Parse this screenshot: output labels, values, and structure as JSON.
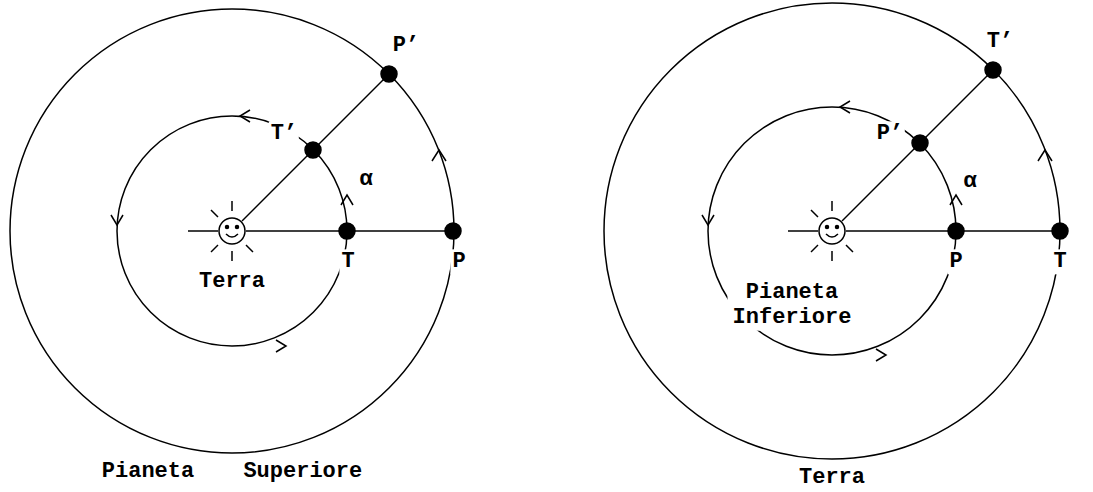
{
  "diagram": {
    "labels": [
      "P’",
      "T’",
      "α",
      "T",
      "P",
      "Terra",
      "Pianeta Superiore",
      "T’",
      "P’",
      "α",
      "P",
      "T",
      "Pianeta Inferiore",
      "Terra"
    ]
  }
}
